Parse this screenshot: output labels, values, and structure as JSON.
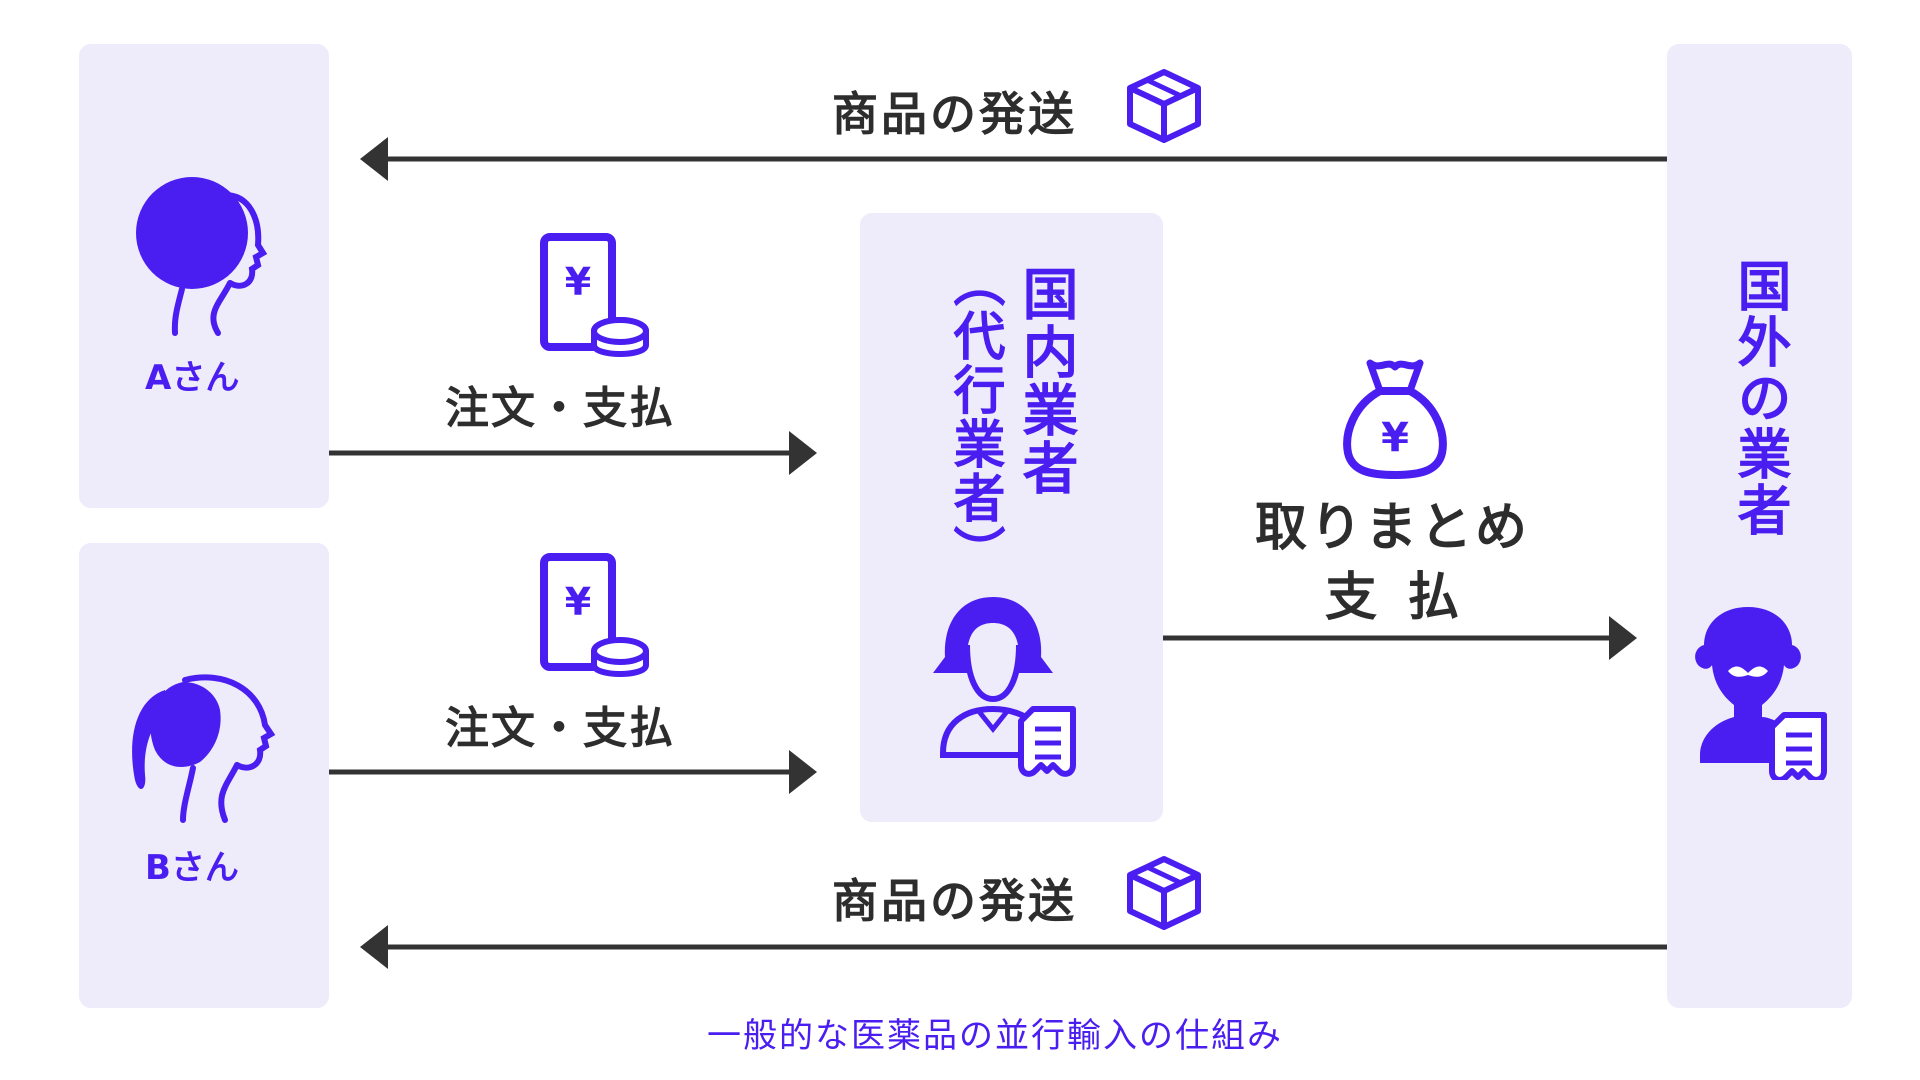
{
  "persons": {
    "a_label": "Aさん",
    "b_label": "Bさん"
  },
  "flows": {
    "order_payment_a": "注文・支払",
    "order_payment_b": "注文・支払",
    "shipping_top": "商品の発送",
    "shipping_bottom": "商品の発送",
    "bulk_payment_line1": "取りまとめ",
    "bulk_payment_line2": "支 払"
  },
  "domestic": {
    "title": "国内業者",
    "subtitle": "（代行業者）"
  },
  "overseas": {
    "title": "国外の業者"
  },
  "caption": "一般的な医薬品の並行輸入の仕組み",
  "colors": {
    "accent": "#4a1ef0",
    "box_background": "#eeebfb",
    "arrow": "#333333",
    "text": "#2d2d2d"
  },
  "icons": {
    "person_a": "woman-short-hair-icon",
    "person_b": "woman-ponytail-icon",
    "phone_payment": "smartphone-yen-coins-icon",
    "package": "package-box-icon",
    "money_bag": "money-bag-yen-icon",
    "domestic_agent": "woman-agent-receipt-icon",
    "overseas_vendor": "bearded-man-receipt-icon"
  }
}
